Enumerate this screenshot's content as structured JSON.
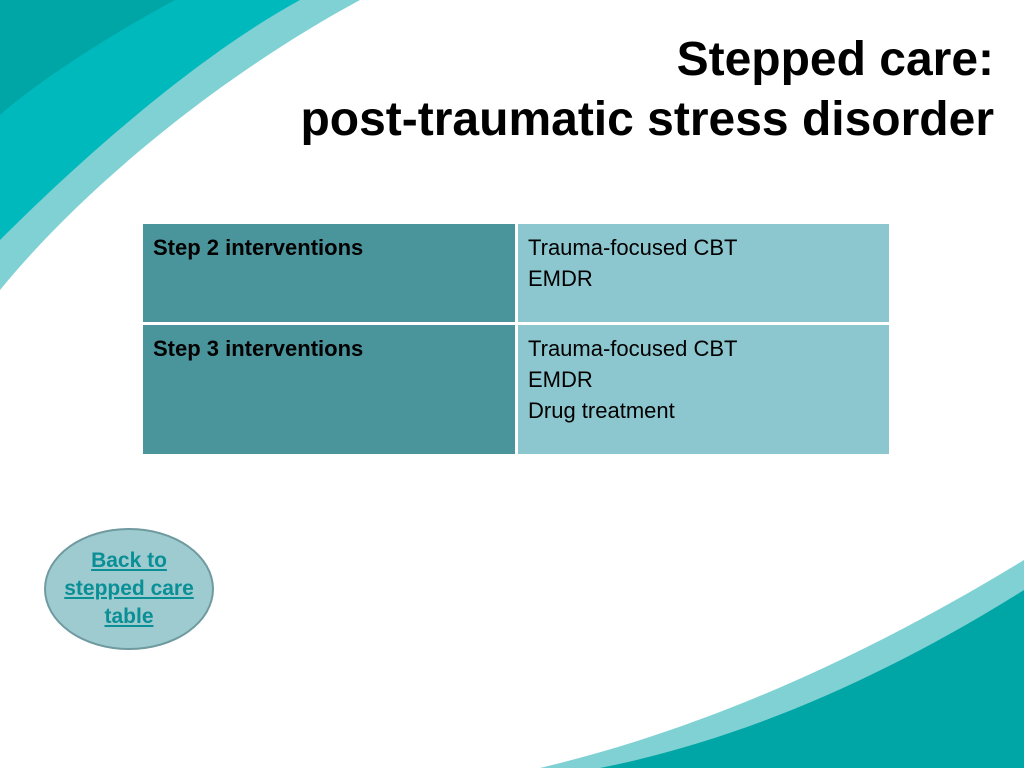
{
  "title": {
    "line1": "Stepped care:",
    "line2": "post-traumatic stress disorder"
  },
  "table": {
    "rows": [
      {
        "label": "Step 2 interventions",
        "items": [
          "Trauma-focused CBT",
          "EMDR"
        ]
      },
      {
        "label": "Step 3 interventions",
        "items": [
          "Trauma-focused CBT",
          "EMDR",
          "Drug treatment"
        ]
      }
    ]
  },
  "back_link": {
    "label": "Back to stepped care table"
  },
  "colors": {
    "teal_dark": "#00a6a6",
    "teal_mid": "#00b9bd",
    "teal_light": "#7fd1d3",
    "cell_label": "#4a949c",
    "cell_value": "#8cc7cf",
    "link": "#0a8f96"
  }
}
